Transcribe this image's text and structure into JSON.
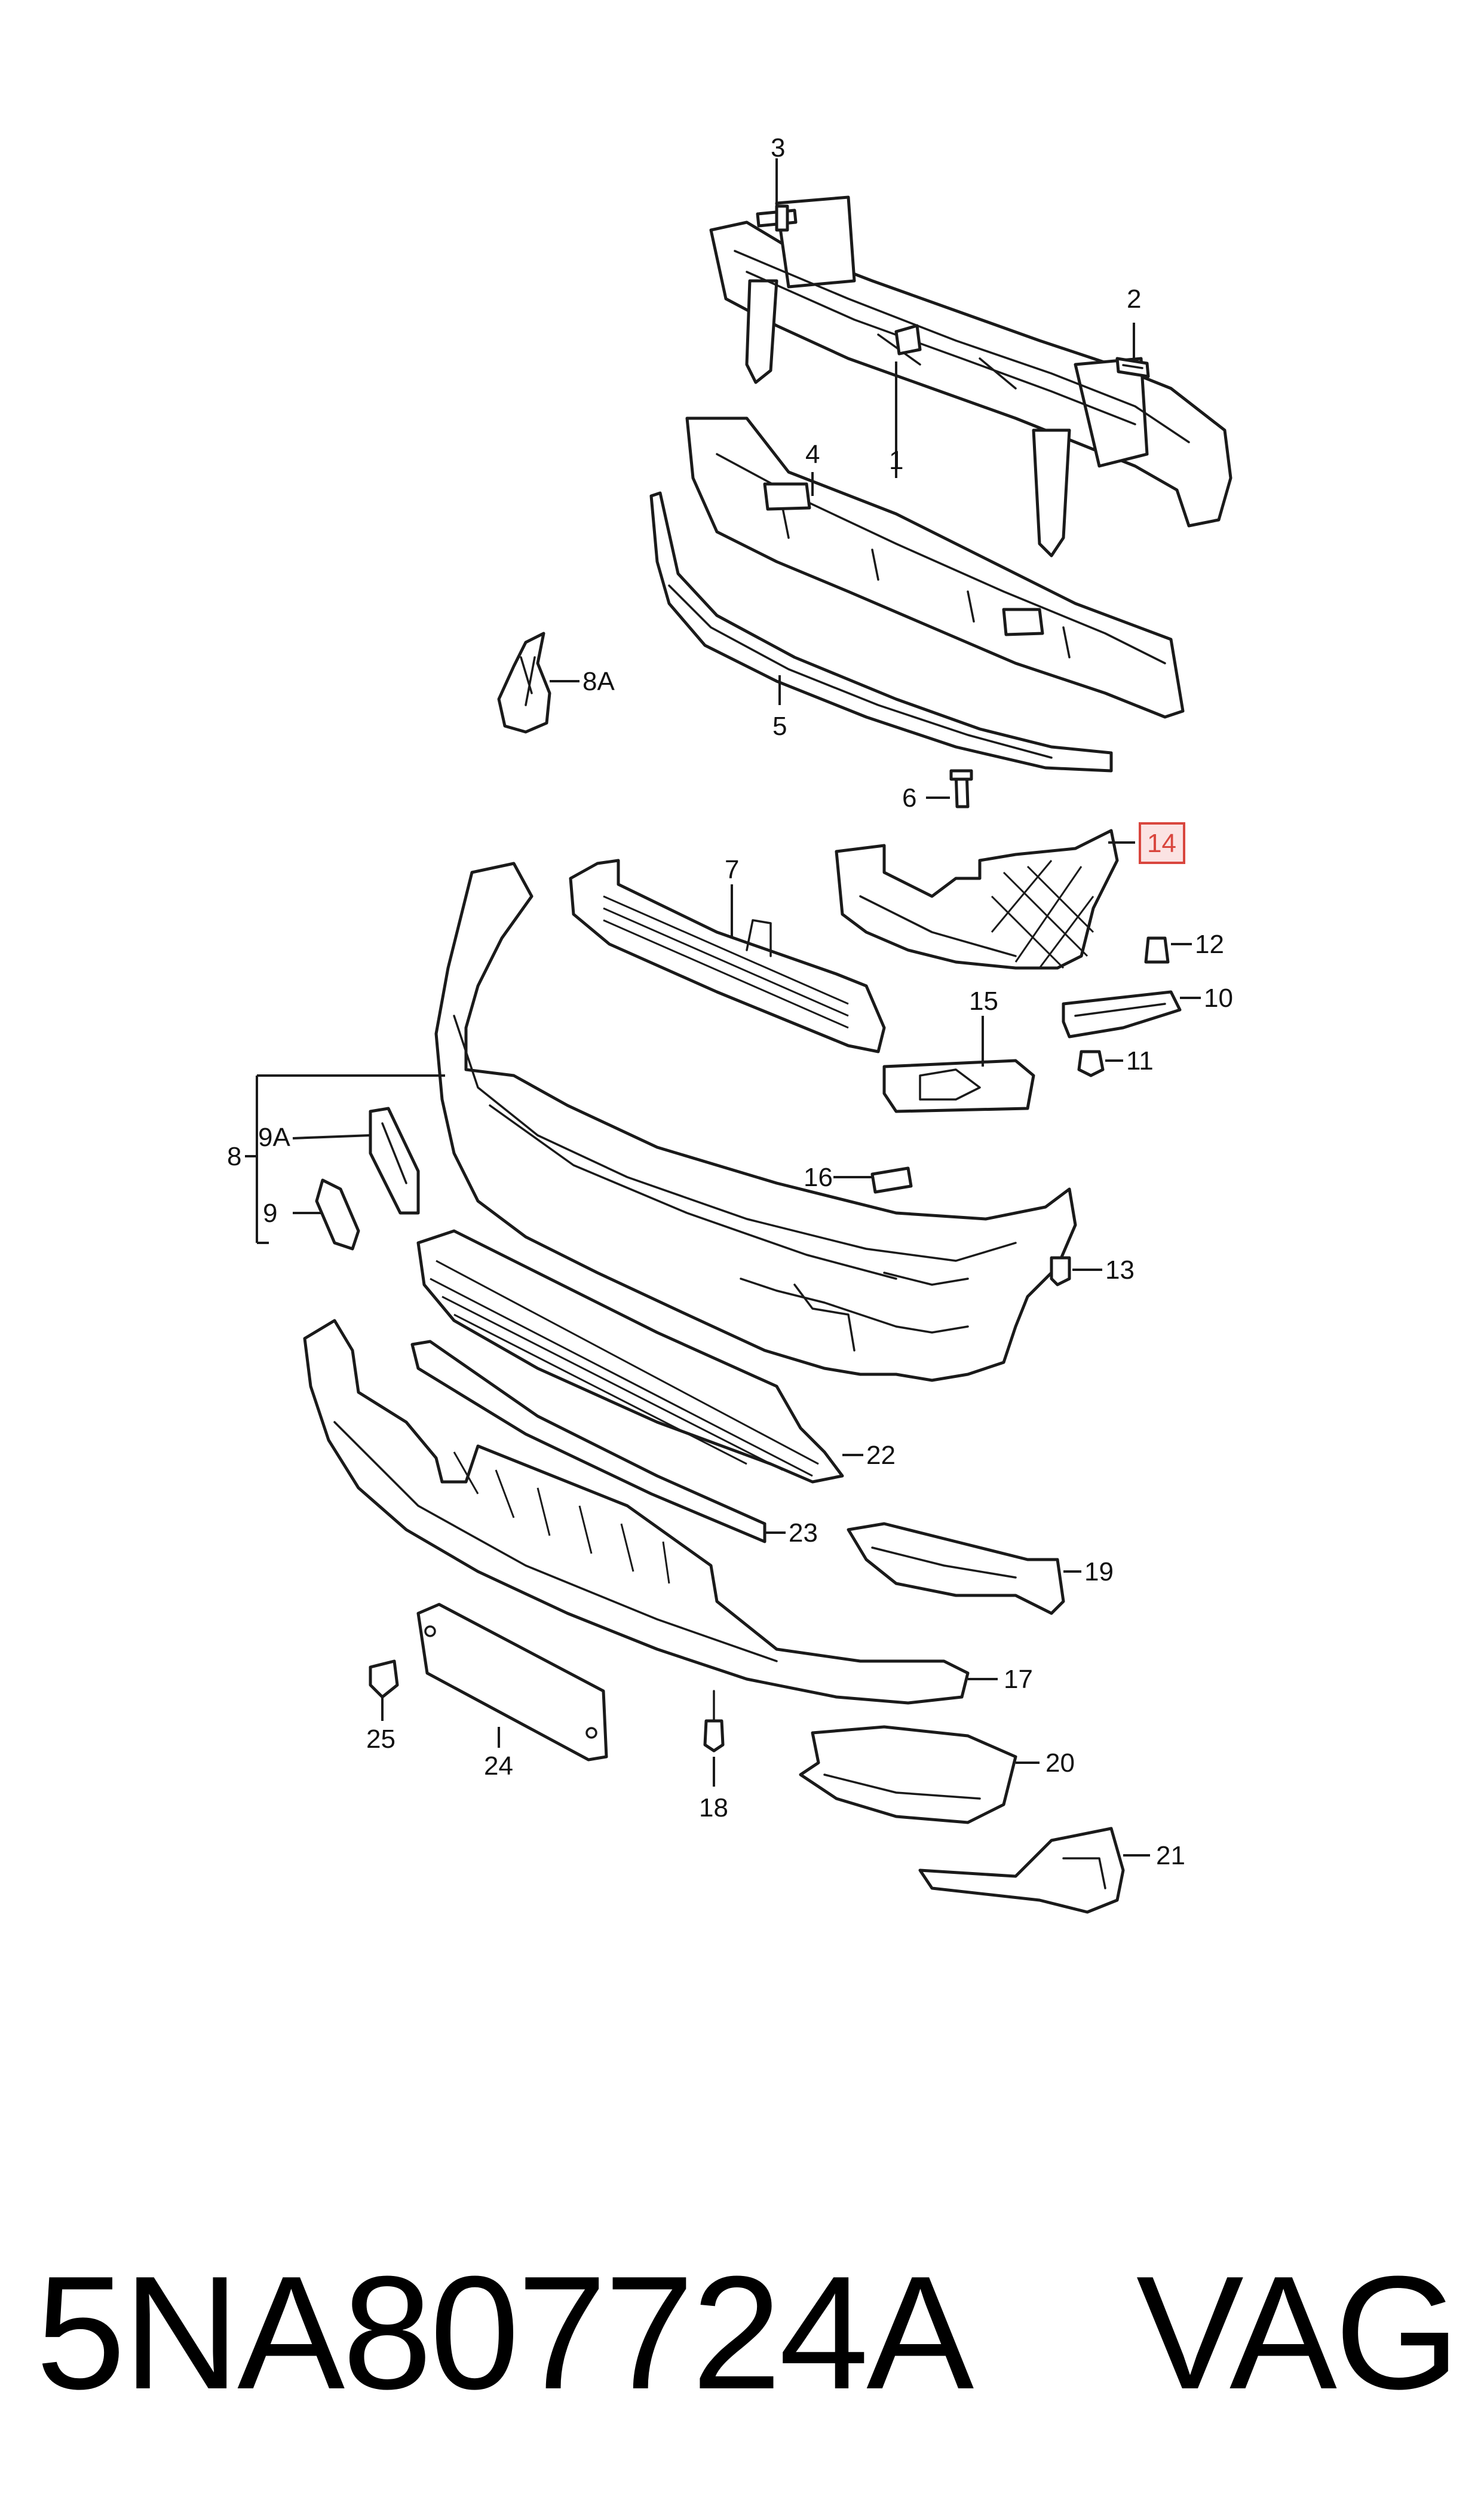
{
  "callouts": {
    "c1": "1",
    "c2": "2",
    "c3": "3",
    "c4": "4",
    "c5": "5",
    "c6": "6",
    "c7": "7",
    "c8": "8",
    "c8a": "8A",
    "c9": "9",
    "c9a": "9A",
    "c10": "10",
    "c11": "11",
    "c12": "12",
    "c13": "13",
    "c14": "14",
    "c15": "15",
    "c16": "16",
    "c17": "17",
    "c18": "18",
    "c19": "19",
    "c20": "20",
    "c21": "21",
    "c22": "22",
    "c23": "23",
    "c24": "24",
    "c25": "25"
  },
  "highlight_color": "#d9463e",
  "footer": {
    "part_number": "5NA807724A",
    "brand": "VAG"
  }
}
